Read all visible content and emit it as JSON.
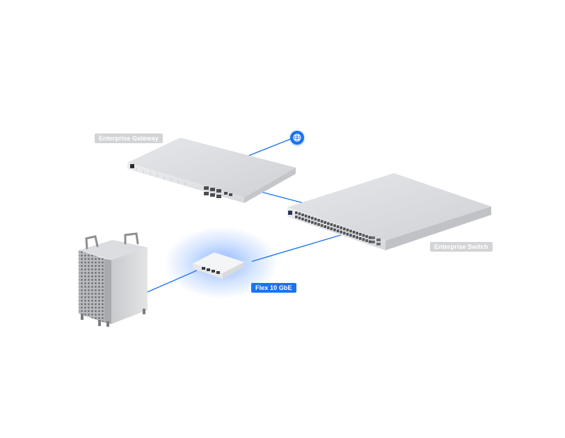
{
  "devices": {
    "gateway": {
      "label": "Enterprise Gateway"
    },
    "switch": {
      "label": "Enterprise Switch"
    },
    "flex": {
      "label": "Flex 10 GbE",
      "highlighted": true
    },
    "workstation": {},
    "internet": {
      "icon": "globe-icon"
    }
  },
  "colors": {
    "link": "#1a74f0",
    "label_gray": "#d3d4d6",
    "label_blue": "#1a74f0",
    "glow": "#2f7bff"
  }
}
